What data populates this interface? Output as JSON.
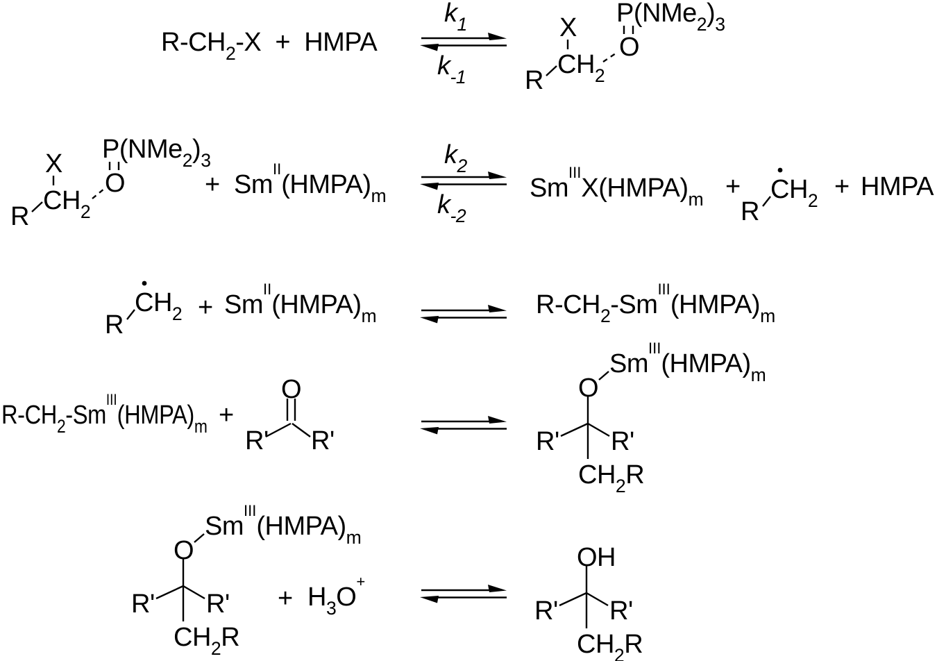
{
  "colors": {
    "background": "#ffffff",
    "ink": "#000000"
  },
  "steps": {
    "step1": {
      "reactants": "R-CH_2_-X  +  HMPA",
      "k_forward": "k_1_",
      "k_reverse": "k_-1_"
    },
    "step2": {
      "plus_before_sm": "+",
      "samarium_ii": "Sm^II^(HMPA)_m_",
      "k_forward": "k_2_",
      "k_reverse": "k_-2_",
      "samarium_iii_halide": "Sm^III^X(HMPA)_m_",
      "plus_before_radical": "+",
      "plus_before_hmpa": "+",
      "hmpa": "HMPA"
    },
    "step3": {
      "plus": "+",
      "samarium_ii": "Sm^II^(HMPA)_m_",
      "alkyl_samarium": "R-CH_2_-Sm^III^(HMPA)_m_"
    },
    "step4": {
      "alkyl_samarium": "R-CH_2_-Sm^III^(HMPA)_m_",
      "plus": "+"
    },
    "step5": {
      "plus": "+",
      "hydronium": "H_3_O^+^"
    }
  },
  "structures": {
    "halide_hmpa_adduct": {
      "x": "X",
      "phosphoramide": "P(NMe_2_)_3_",
      "o": "O",
      "ch2": "CH_2_",
      "r": "R"
    },
    "alkyl_radical": {
      "r": "R",
      "ch2": "CH_2_"
    },
    "ketone": {
      "o": "O",
      "r_prime_left": "R'",
      "r_prime_right": "R'"
    },
    "samarium_alkoxide": {
      "samarium": "Sm^III^(HMPA)_m_",
      "o": "O",
      "r_prime_left": "R'",
      "r_prime_right": "R'",
      "ch2r": "CH_2_R"
    },
    "alcohol": {
      "oh": "OH",
      "r_prime_left": "R'",
      "r_prime_right": "R'",
      "ch2r": "CH_2_R"
    }
  }
}
